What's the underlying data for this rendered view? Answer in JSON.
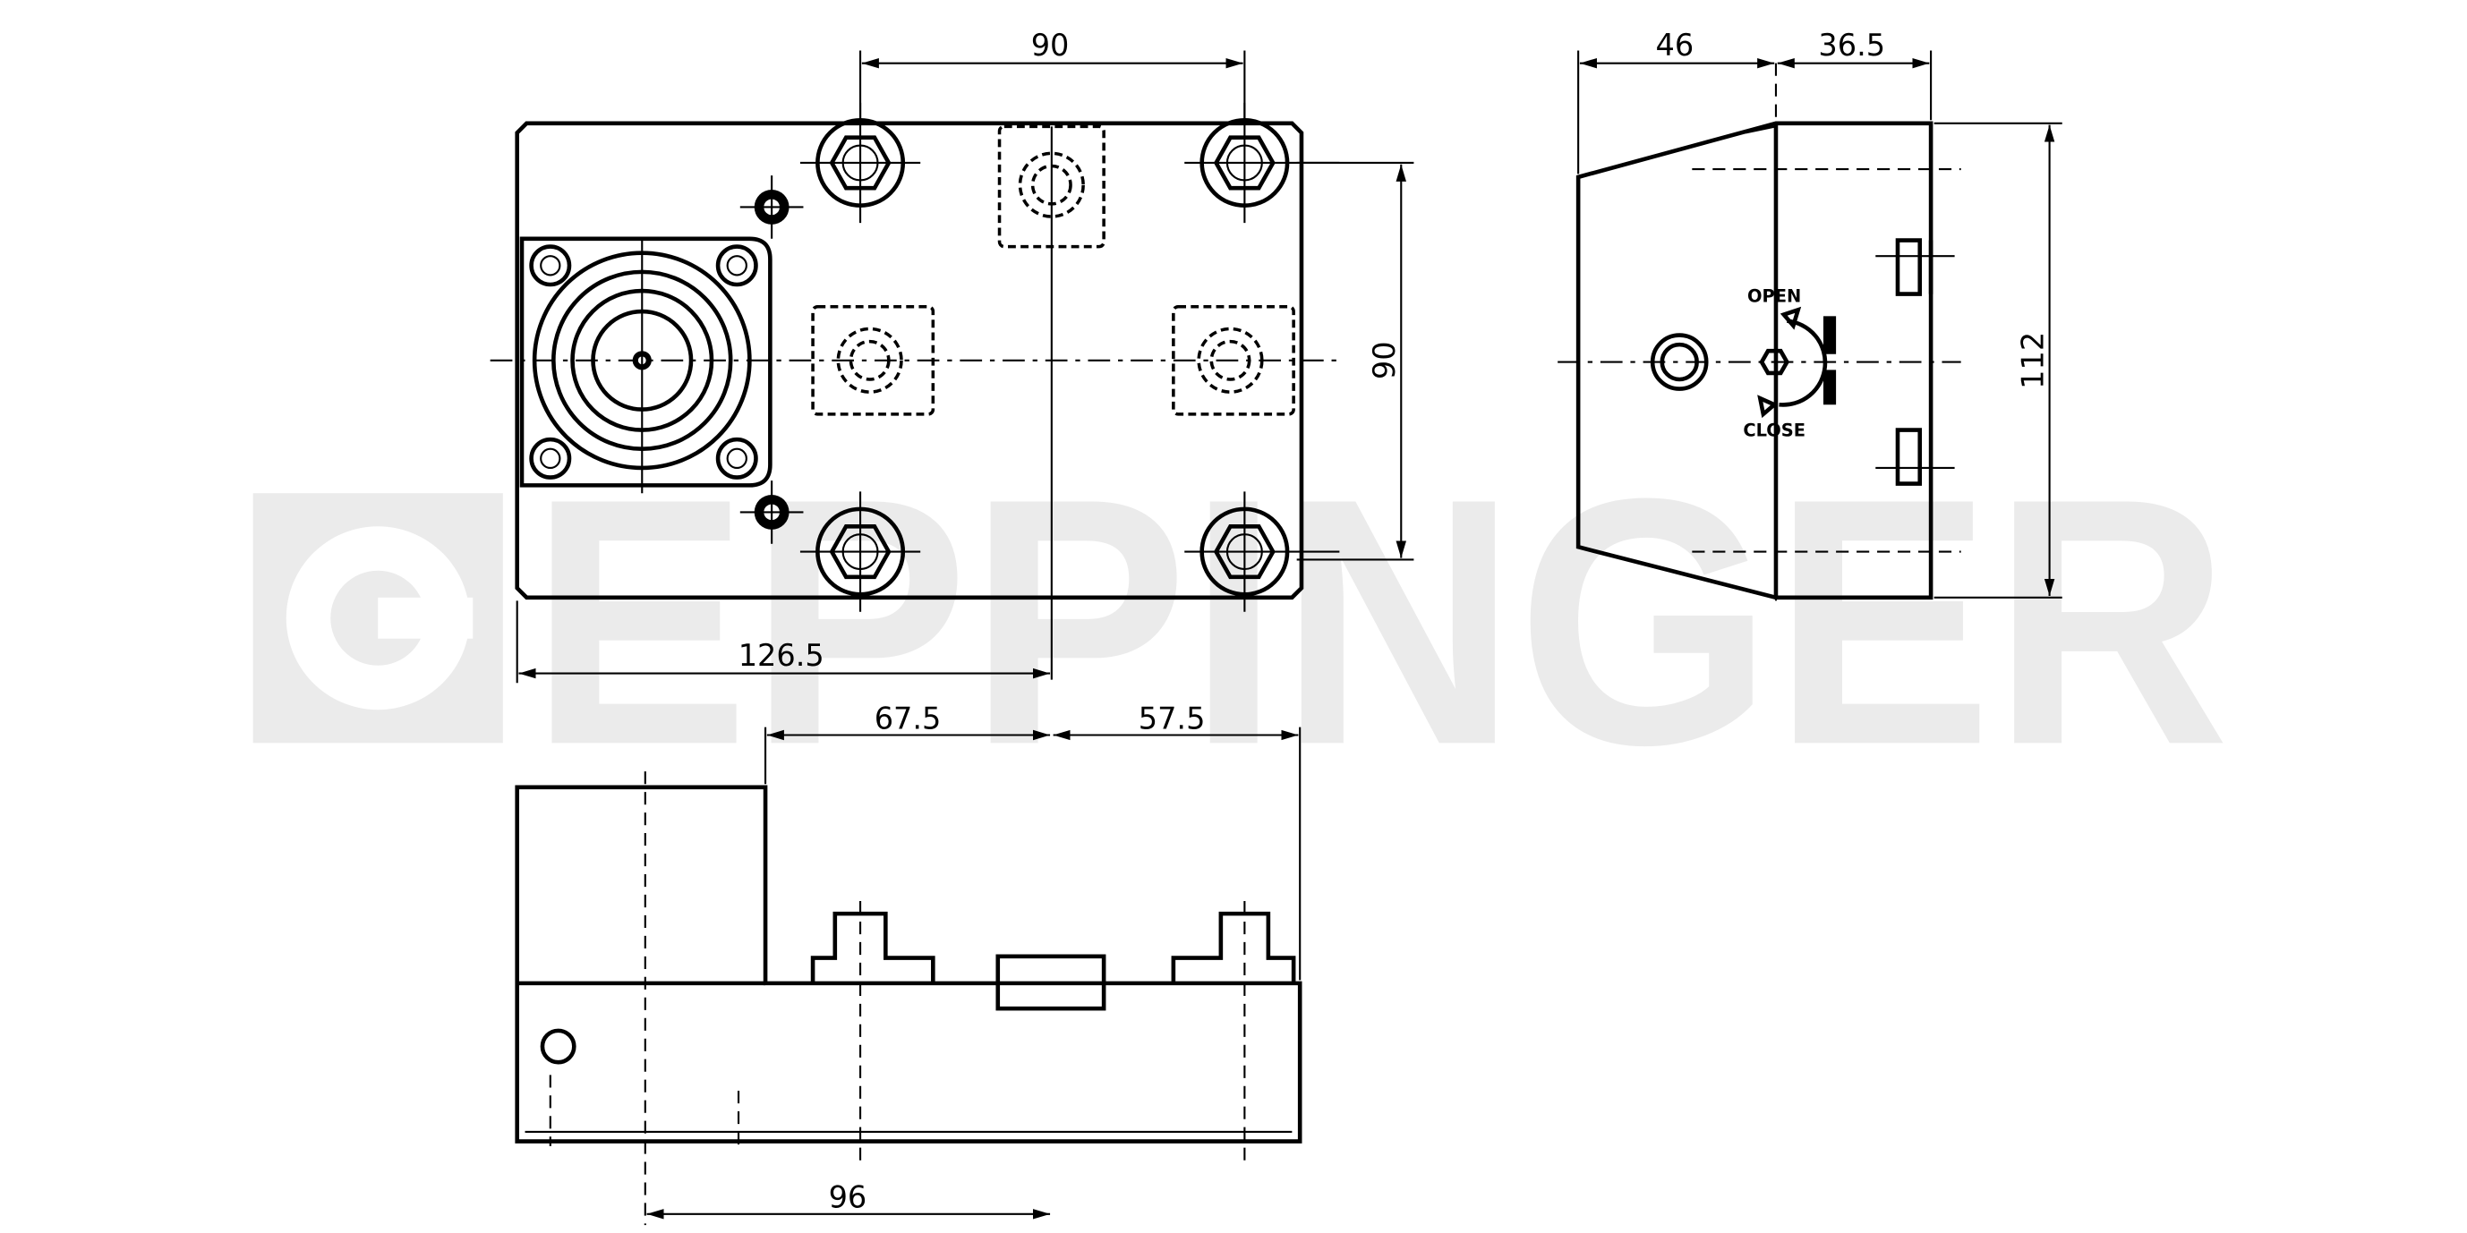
{
  "watermark": {
    "brand": "EPPINGER"
  },
  "top_view": {
    "dim_bolt_spacing_horizontal": "90",
    "dim_bolt_spacing_vertical": "90",
    "dim_offset_to_center": "126.5"
  },
  "front_view": {
    "dim_left": "67.5",
    "dim_right": "57.5",
    "dim_bottom": "96"
  },
  "side_view": {
    "dim_left": "46",
    "dim_right": "36.5",
    "dim_height": "112",
    "label_open": "OPEN",
    "label_close": "CLOSE"
  }
}
